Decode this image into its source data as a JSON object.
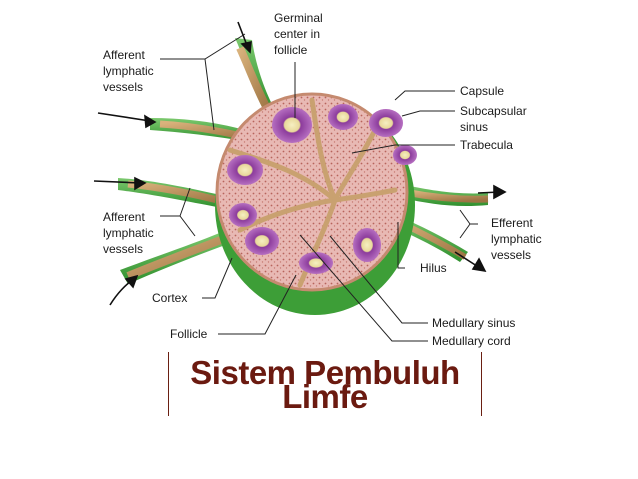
{
  "labels": {
    "germinal": [
      "Germinal",
      "center in",
      "follicle"
    ],
    "afferent_top": [
      "Afferent",
      "lymphatic",
      "vessels"
    ],
    "capsule": "Capsule",
    "subcapsular": [
      "Subcapsular",
      "sinus"
    ],
    "trabecula": "Trabecula",
    "afferent_left": [
      "Afferent",
      "lymphatic",
      "vessels"
    ],
    "efferent": [
      "Efferent",
      "lymphatic",
      "vessels"
    ],
    "hilus": "Hilus",
    "cortex": "Cortex",
    "follicle": "Follicle",
    "medullary_sinus": "Medullary sinus",
    "medullary_cord": "Medullary cord"
  },
  "title": {
    "line1": "Sistem Pembuluh",
    "line2": "Limfe"
  },
  "colors": {
    "node_pink": "#e9bcb8",
    "capsule_green": "#4fae45",
    "vessel_tan": "#c49a62",
    "follicle_purple": "#8a4aa0",
    "title": "#6b1a10"
  }
}
